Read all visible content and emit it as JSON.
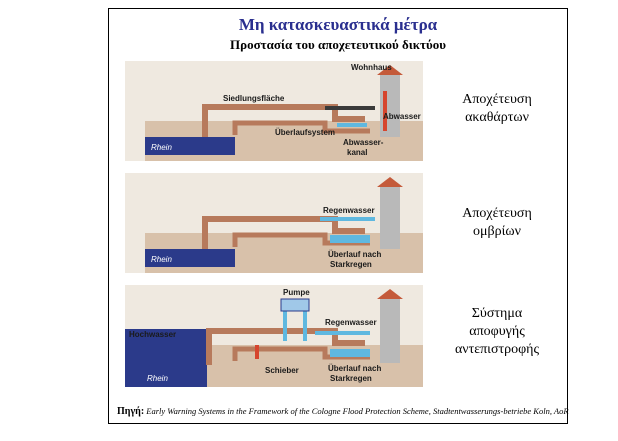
{
  "title": "Μη κατασκευαστικά μέτρα",
  "subtitle": "Προστασία του αποχετευτικού δικτύου",
  "panels": [
    {
      "labels": {
        "house": "Wohnhaus",
        "settlement": "Siedlungsfläche",
        "river": "Rhein",
        "overflow": "Überlaufsystem",
        "wastewater": "Abwasser",
        "channel_line1": "Abwasser-",
        "channel_line2": "kanal"
      },
      "caption_line1": "Αποχέτευση",
      "caption_line2": "ακαθάρτων"
    },
    {
      "labels": {
        "river": "Rhein",
        "rainwater": "Regenwasser",
        "overflow_line1": "Überlauf nach",
        "overflow_line2": "Starkregen"
      },
      "caption_line1": "Αποχέτευση",
      "caption_line2": "ομβρίων"
    },
    {
      "labels": {
        "pump": "Pumpe",
        "highwater": "Hochwasser",
        "rainwater": "Regenwasser",
        "river": "Rhein",
        "gate": "Schieber",
        "overflow_line1": "Überlauf nach",
        "overflow_line2": "Starkregen"
      },
      "caption_line1": "Σύστημα",
      "caption_line2": "αποφυγής",
      "caption_line3": "αντεπιστροφής"
    }
  ],
  "source": {
    "label": "Πηγή:",
    "text": "Early Warning Systems in the Framework of the Cologne Flood Protection Scheme, Stadtentwasserungs-betriebe Koln, AoR"
  },
  "colors": {
    "title": "#2a2f8f",
    "river": "#2b3a8a",
    "water": "#5fb8e0",
    "earth": "#c9a98d",
    "wall": "#b77a5c",
    "house": "#b9b9b9",
    "roof": "#c45a3a"
  }
}
